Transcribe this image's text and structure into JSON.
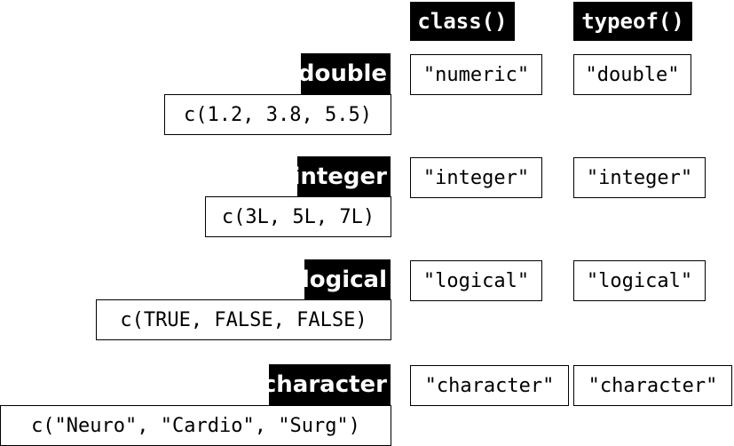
{
  "headers": {
    "class": "class()",
    "typeof": "typeof()"
  },
  "rows": [
    {
      "type": "double",
      "expr": "c(1.2, 3.8, 5.5)",
      "class_result": "\"numeric\"",
      "typeof_result": "\"double\""
    },
    {
      "type": "integer",
      "expr": "c(3L, 5L, 7L)",
      "class_result": "\"integer\"",
      "typeof_result": "\"integer\""
    },
    {
      "type": "logical",
      "expr": "c(TRUE, FALSE, FALSE)",
      "class_result": "\"logical\"",
      "typeof_result": "\"logical\""
    },
    {
      "type": "character",
      "expr": "c(\"Neuro\", \"Cardio\", \"Surg\")",
      "class_result": "\"character\"",
      "typeof_result": "\"character\""
    }
  ]
}
